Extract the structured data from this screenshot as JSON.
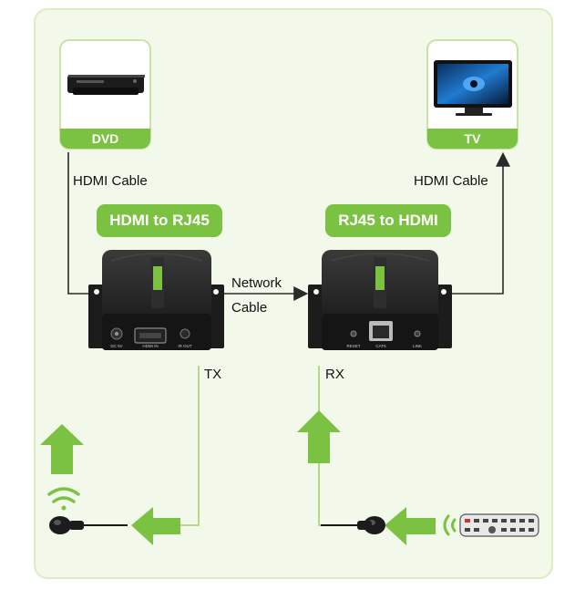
{
  "devices": {
    "dvd": "DVD",
    "tv": "TV"
  },
  "converters": {
    "tx_title": "HDMI to RJ45",
    "rx_title": "RJ45 to HDMI"
  },
  "cables": {
    "hdmi_left": "HDMI Cable",
    "hdmi_right": "HDMI Cable",
    "network_line1": "Network",
    "network_line2": "Cable"
  },
  "ends": {
    "tx": "TX",
    "rx": "RX"
  },
  "ports": {
    "tx_dc": "DC 5V",
    "tx_hdmi": "HDMI IN",
    "tx_irout": "IR OUT",
    "rx_reset": "RESET",
    "rx_cat": "CAT6",
    "rx_link": "LINK"
  },
  "colors": {
    "background": "#ffffff",
    "panel": "#f2f8ea",
    "border": "#c9e2a8",
    "accent_green": "#7cc242",
    "device_black": "#1c1c1c",
    "wire": "#2a2a2a",
    "signal_line": "#b8d98a"
  },
  "icons": [
    "dvd-player-icon",
    "tv-icon",
    "ir-transmitter-icon",
    "ir-receiver-icon",
    "remote-control-icon",
    "wifi-signal-icon",
    "up-arrow-icon",
    "left-arrow-icon"
  ]
}
